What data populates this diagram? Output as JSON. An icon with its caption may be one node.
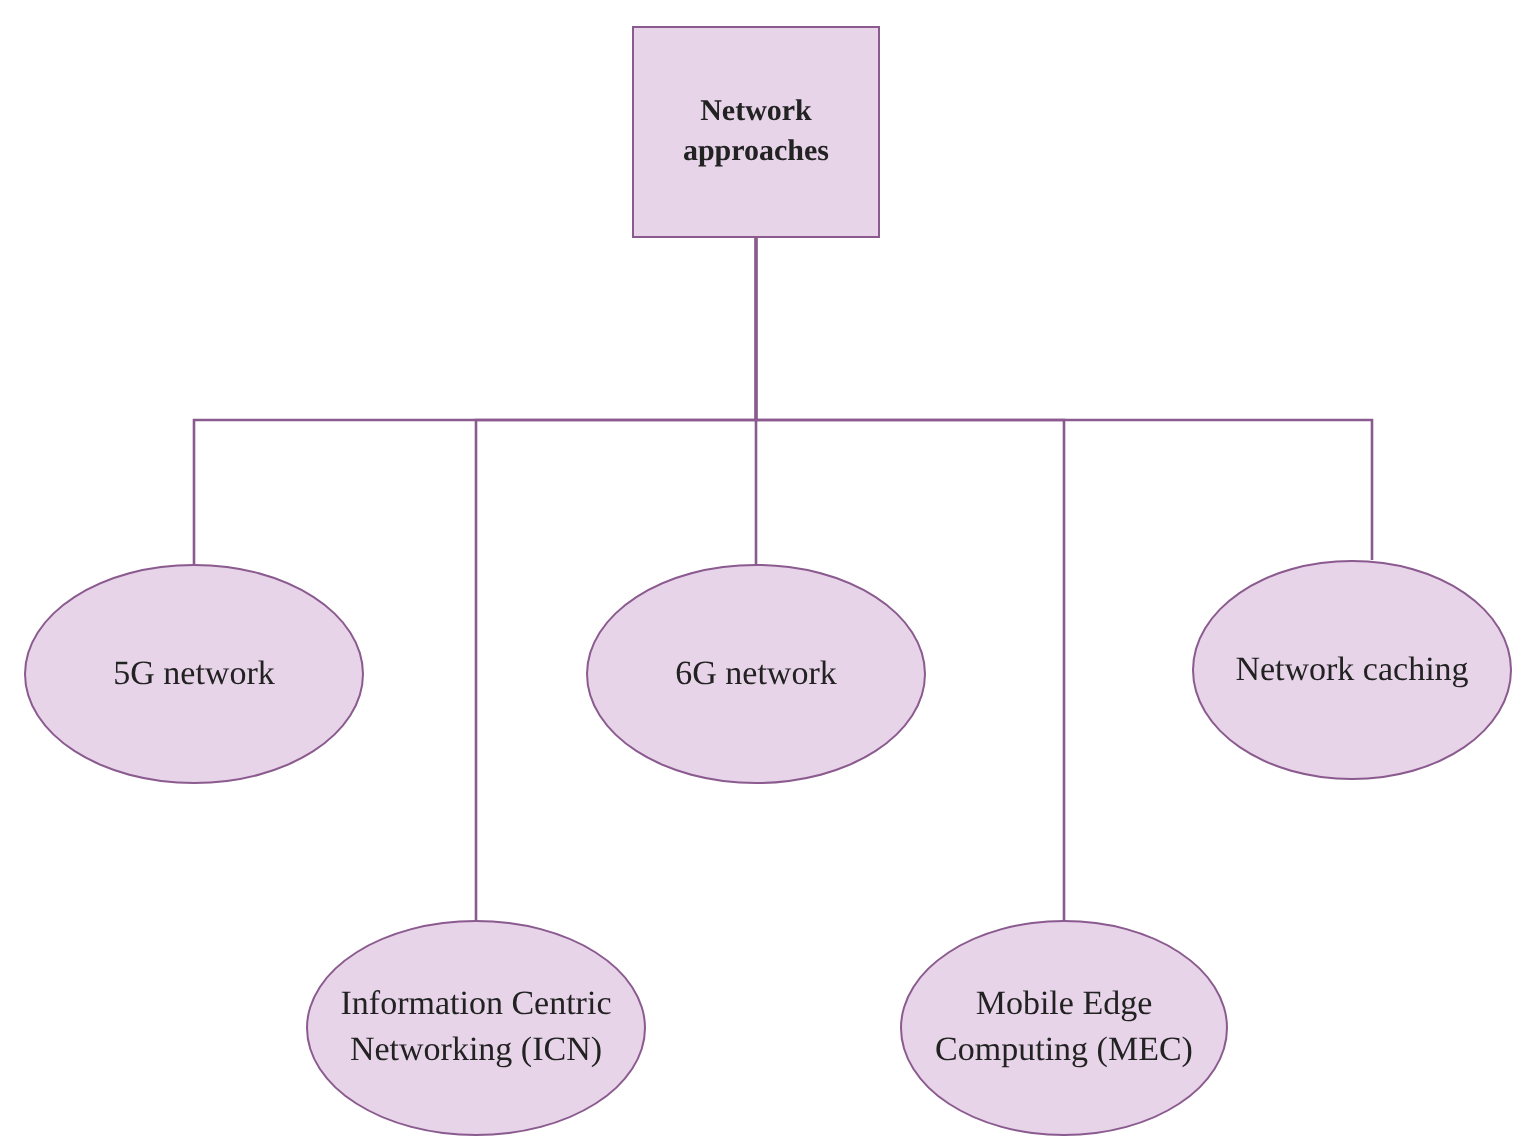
{
  "diagram": {
    "nodes": [
      {
        "text": [
          "Network approaches"
        ]
      },
      {
        "text": [
          "5G network"
        ]
      },
      {
        "text": [
          "Information Centric Networking (ICN)"
        ]
      },
      {
        "text": [
          "6G network"
        ]
      },
      {
        "text": [
          "Mobile Edge Computing (MEC)"
        ]
      },
      {
        "text": [
          "Network caching"
        ]
      }
    ],
    "edges": [
      {
        "from": 0,
        "to": 1,
        "arrow": "none"
      },
      {
        "from": 0,
        "to": 2,
        "arrow": "none"
      },
      {
        "from": 0,
        "to": 3,
        "arrow": "none"
      },
      {
        "from": 0,
        "to": 4,
        "arrow": "none"
      },
      {
        "from": 0,
        "to": 5,
        "arrow": "none"
      }
    ]
  }
}
